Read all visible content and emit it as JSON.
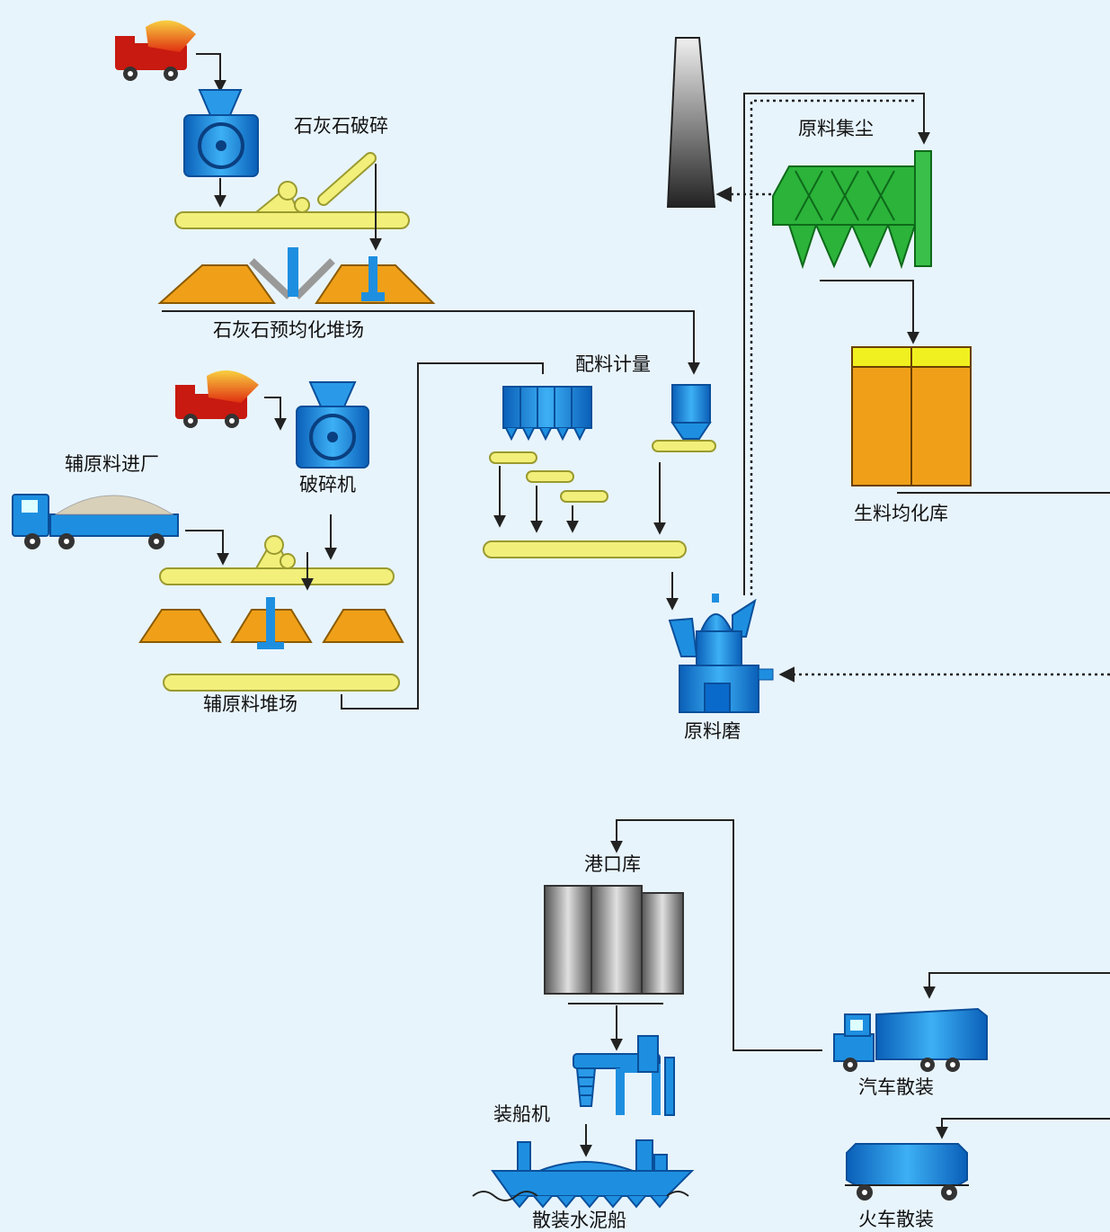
{
  "labels": {
    "limestone_crushing": "石灰石破碎",
    "limestone_stockpile": "石灰石预均化堆场",
    "raw_dust_collector": "原料集尘",
    "raw_meal_silo": "生料均化库",
    "proportioning": "配料计量",
    "aux_material_in": "辅原料进厂",
    "crusher": "破碎机",
    "aux_stockpile": "辅原料堆场",
    "raw_mill": "原料磨",
    "port_silo": "港口库",
    "ship_loader": "装船机",
    "bulk_ship": "散装水泥船",
    "truck_bulk": "汽车散装",
    "train_bulk": "火车散装"
  },
  "colors": {
    "background": "#e8f4fc",
    "equipment_blue": "#1e8fe0",
    "conveyor_yellow": "#f2f07a",
    "pile_orange": "#f0a018",
    "dust_green": "#2bb33a",
    "line": "#222222"
  }
}
